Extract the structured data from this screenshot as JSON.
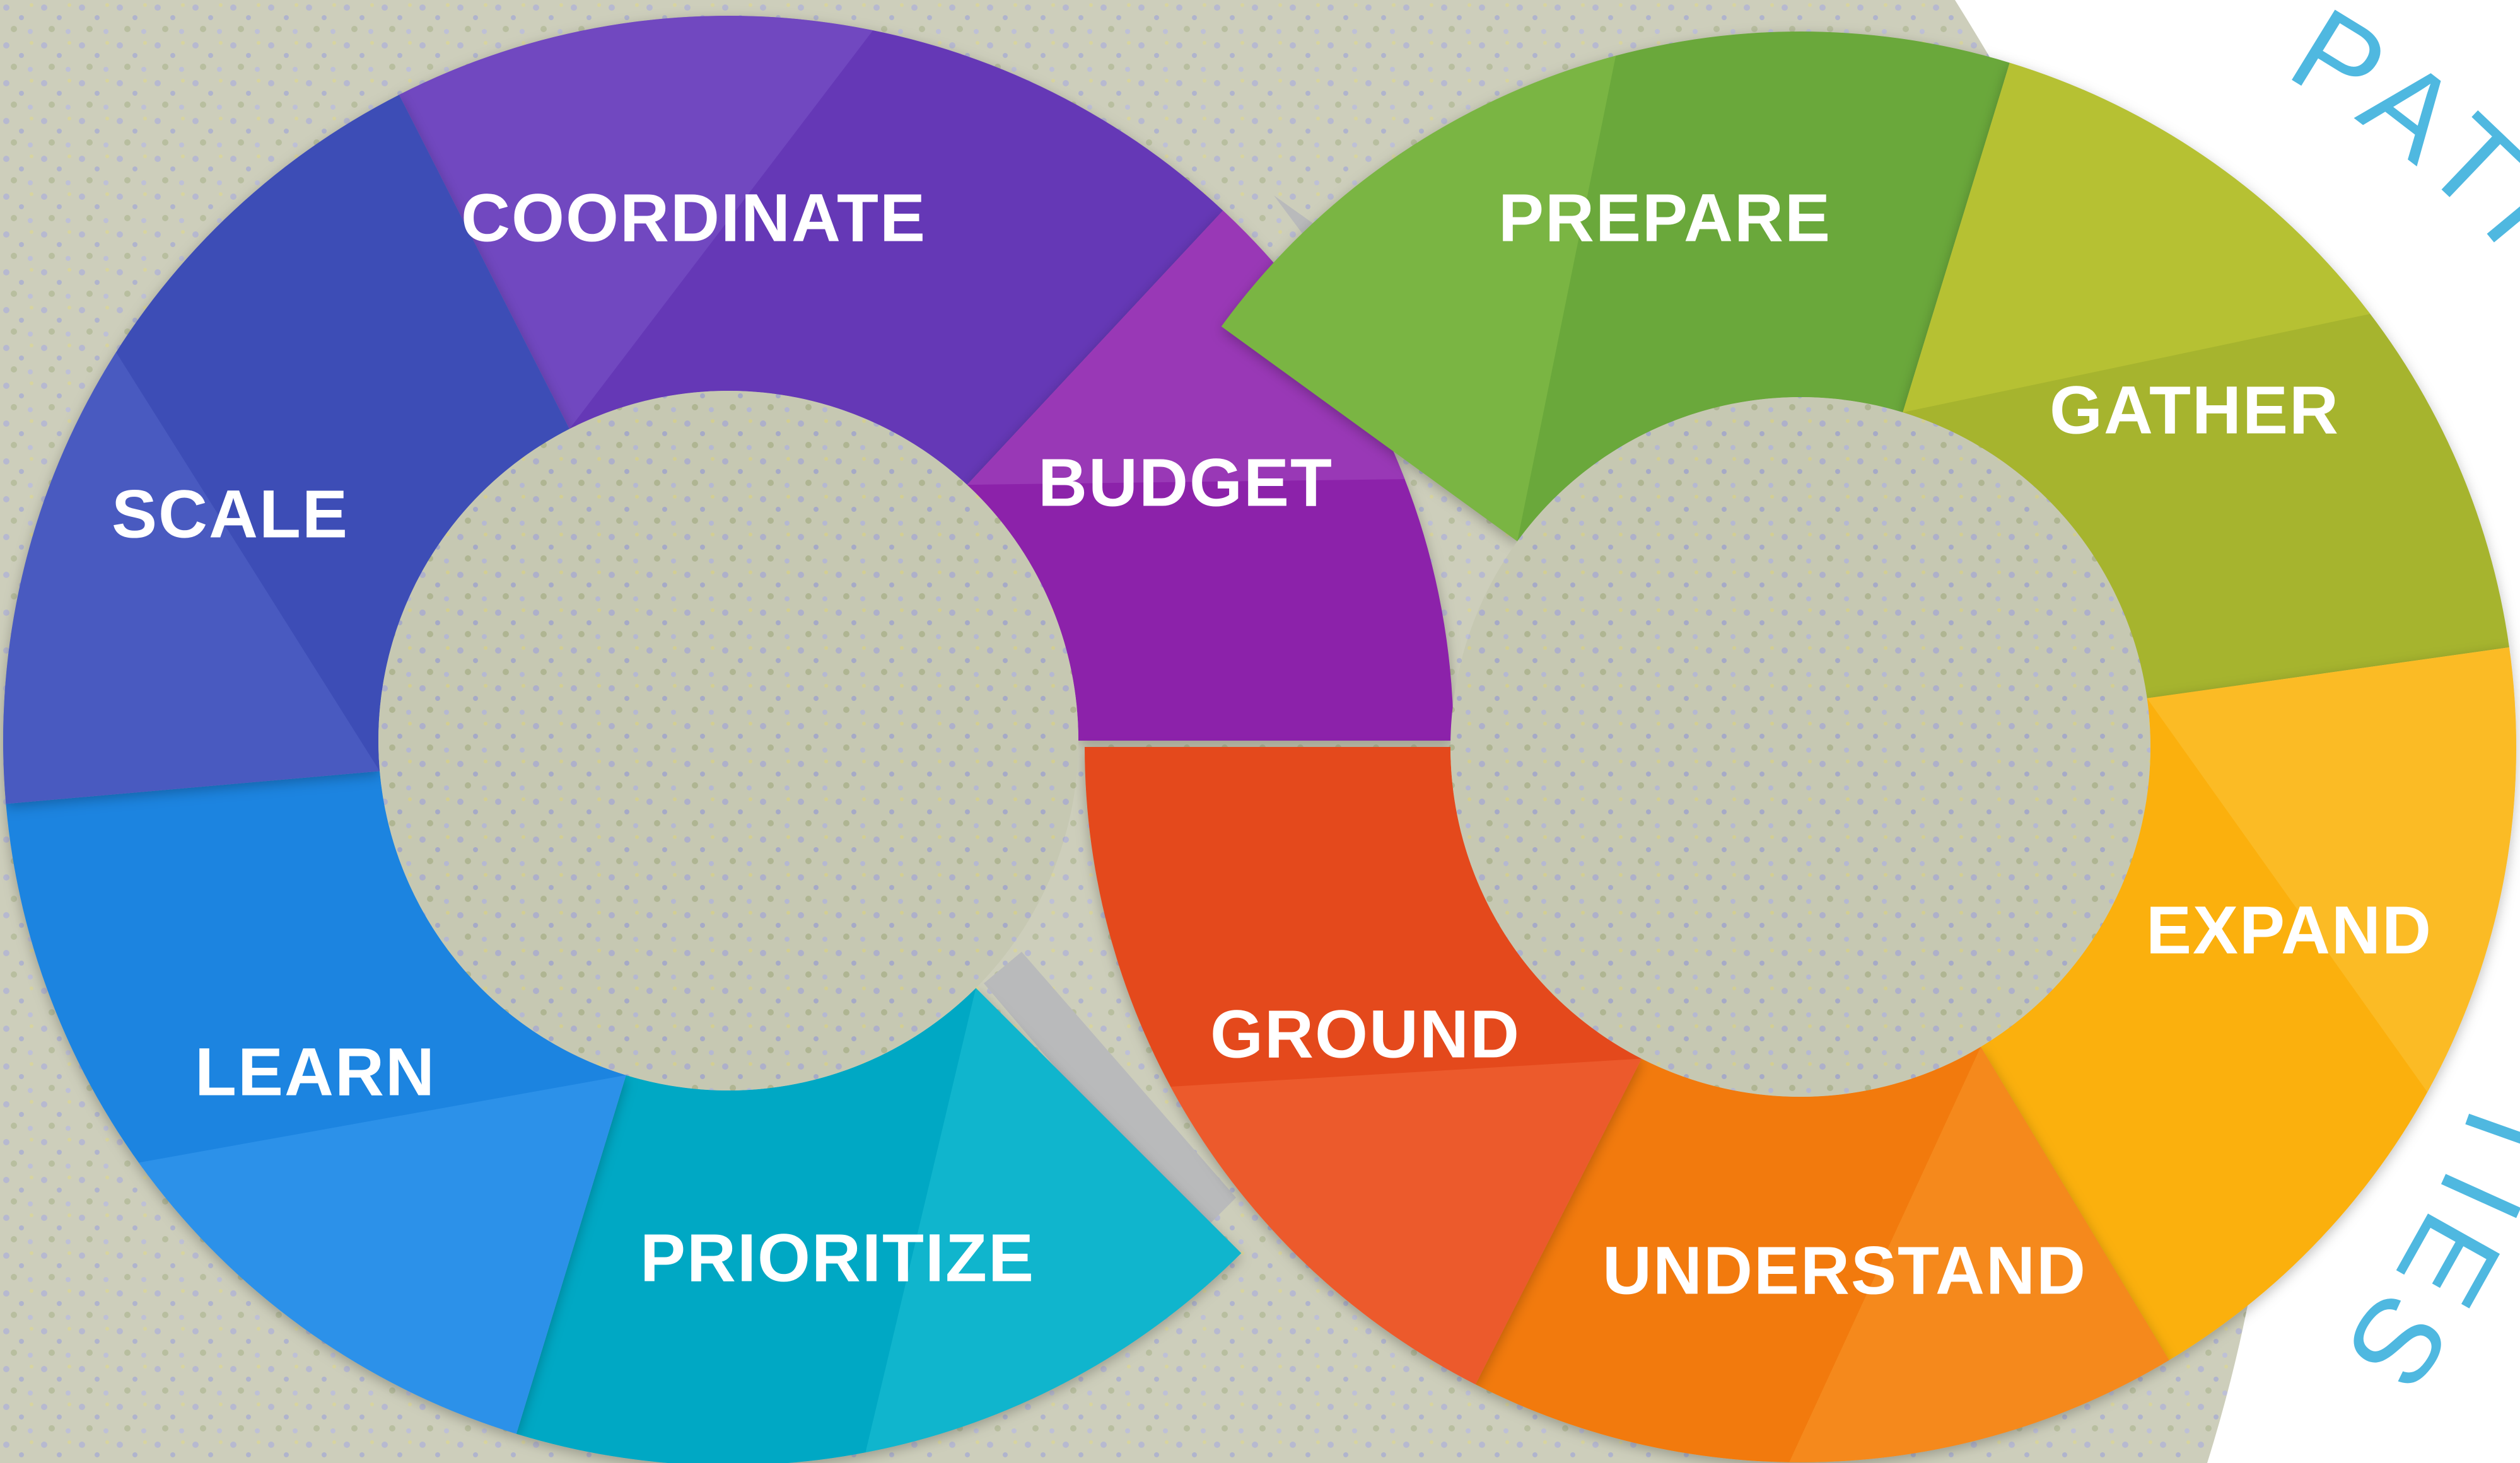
{
  "diagram": {
    "left_cycle": {
      "segments": [
        {
          "label": "COORDINATE",
          "color": "#6538b6",
          "light": "#7c55c8"
        },
        {
          "label": "BUDGET",
          "color": "#8c23aa",
          "light": "#a44bc0"
        },
        {
          "label": "PRIORITIZE",
          "color": "#00a8c4",
          "light": "#1ec0d6"
        },
        {
          "label": "LEARN",
          "color": "#1f84e0",
          "light": "#3a9cf0"
        },
        {
          "label": "SCALE",
          "color": "#3d4eb6",
          "light": "#5466c8"
        }
      ]
    },
    "right_cycle": {
      "segments": [
        {
          "label": "PREPARE",
          "color": "#6aa83a",
          "light": "#86bf4a"
        },
        {
          "label": "GATHER",
          "color": "#a6b42e",
          "light": "#c2cc38"
        },
        {
          "label": "EXPAND",
          "color": "#fbb00e",
          "light": "#fcc43a"
        },
        {
          "label": "UNDERSTAND",
          "color": "#f27a09",
          "light": "#f8962a"
        },
        {
          "label": "GROUND",
          "color": "#e44a1c",
          "light": "#f2673a"
        }
      ]
    },
    "connector_color": "#b9babb",
    "arc_text": {
      "top": "PATH",
      "bottom": "TIES",
      "color": "#4fb8e0"
    },
    "background_colors": {
      "meadow": "#c6c8b2",
      "flowers": "#9ea2cc",
      "grass": "#a8b28a"
    }
  }
}
